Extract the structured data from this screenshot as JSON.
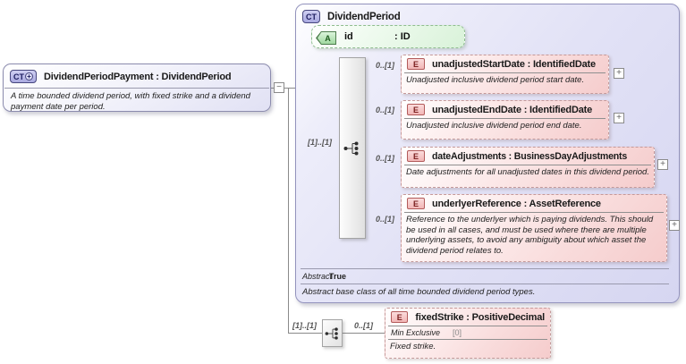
{
  "diagram": {
    "derived_type": {
      "badge": "CT",
      "badge_plus": "+",
      "title": "DividendPeriodPayment : DividendPeriod",
      "annotation": "A time bounded dividend period, with fixed strike and a dividend payment date per period.",
      "collapse_glyph": "−"
    },
    "base_type": {
      "badge": "CT",
      "title": "DividendPeriod",
      "attribute": {
        "badge": "A",
        "name": "id",
        "type": ": ID"
      },
      "content_cardinality": "[1]..[1]",
      "elements": [
        {
          "badge": "E",
          "title": "unadjustedStartDate : IdentifiedDate",
          "cardinality": "0..[1]",
          "annotation": "Unadjusted inclusive dividend period start date.",
          "expand_glyph": "+"
        },
        {
          "badge": "E",
          "title": "unadjustedEndDate : IdentifiedDate",
          "cardinality": "0..[1]",
          "annotation": "Unadjusted inclusive dividend period end date.",
          "expand_glyph": "+"
        },
        {
          "badge": "E",
          "title": "dateAdjustments : BusinessDayAdjustments",
          "cardinality": "0..[1]",
          "annotation": "Date adjustments for all unadjusted dates in this dividend period.",
          "expand_glyph": "+"
        },
        {
          "badge": "E",
          "title": "underlyerReference : AssetReference",
          "cardinality": "0..[1]",
          "annotation": "Reference to the underlyer which is paying dividends. This should be used in all cases, and must be used where there are multiple underlying assets, to avoid any ambiguity about which asset the dividend period relates to.",
          "expand_glyph": "+"
        }
      ],
      "abstract_label": "Abstract",
      "abstract_value": "True",
      "annotation": "Abstract base class of all time bounded dividend period types."
    },
    "extension_content": {
      "cardinality": "[1]..[1]",
      "element": {
        "badge": "E",
        "title": "fixedStrike : PositiveDecimal",
        "cardinality": "0..[1]",
        "facet_label": "Min Exclusive",
        "facet_value": "[0]",
        "annotation": "Fixed strike."
      }
    },
    "colors": {
      "base_fill": "#e2e2f6",
      "element_fill": "#f8d8d8",
      "attribute_fill": "#d9f2d9",
      "badge_ct_fill": "#b4b4e8",
      "badge_e_fill": "#f5bcbc",
      "badge_a_fill": "#a6d9a6",
      "line": "#8a8a8a"
    }
  }
}
